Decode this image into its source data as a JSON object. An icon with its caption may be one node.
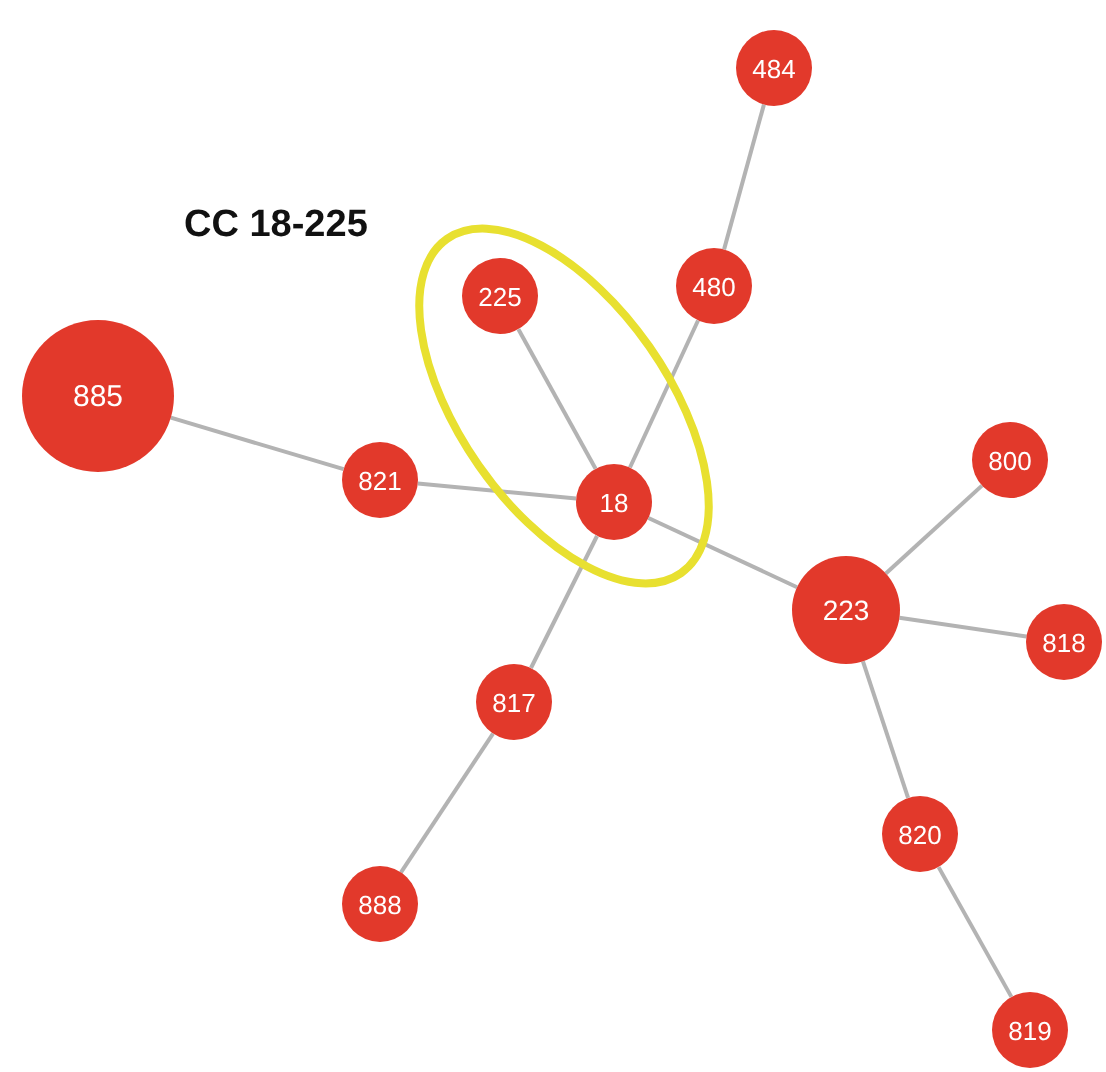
{
  "diagram": {
    "nodes": [
      {
        "text": [
          "CC 18-225"
        ]
      },
      {
        "text": [
          "484"
        ]
      },
      {
        "text": [
          "225"
        ],
        "in": 0
      },
      {
        "text": [
          "480"
        ]
      },
      {
        "text": [
          "885"
        ]
      },
      {
        "text": [
          "821"
        ]
      },
      {
        "text": [
          "800"
        ]
      },
      {
        "text": [
          "18"
        ],
        "in": 0
      },
      {
        "text": [
          "223"
        ]
      },
      {
        "text": [
          "818"
        ]
      },
      {
        "text": [
          "817"
        ]
      },
      {
        "text": [
          "820"
        ]
      },
      {
        "text": [
          "888"
        ]
      },
      {
        "text": [
          "819"
        ]
      }
    ],
    "edges": [
      {
        "from": 1,
        "to": 3,
        "arrow": "none"
      },
      {
        "from": 3,
        "to": 7,
        "arrow": "none"
      },
      {
        "from": 2,
        "to": 7,
        "arrow": "none"
      },
      {
        "from": 4,
        "to": 5,
        "arrow": "none"
      },
      {
        "from": 5,
        "to": 7,
        "arrow": "none"
      },
      {
        "from": 7,
        "to": 8,
        "arrow": "none"
      },
      {
        "from": 6,
        "to": 8,
        "arrow": "none"
      },
      {
        "from": 8,
        "to": 9,
        "arrow": "none"
      },
      {
        "from": 7,
        "to": 10,
        "arrow": "none"
      },
      {
        "from": 10,
        "to": 12,
        "arrow": "none"
      },
      {
        "from": 8,
        "to": 11,
        "arrow": "none"
      },
      {
        "from": 11,
        "to": 13,
        "arrow": "none"
      }
    ]
  }
}
